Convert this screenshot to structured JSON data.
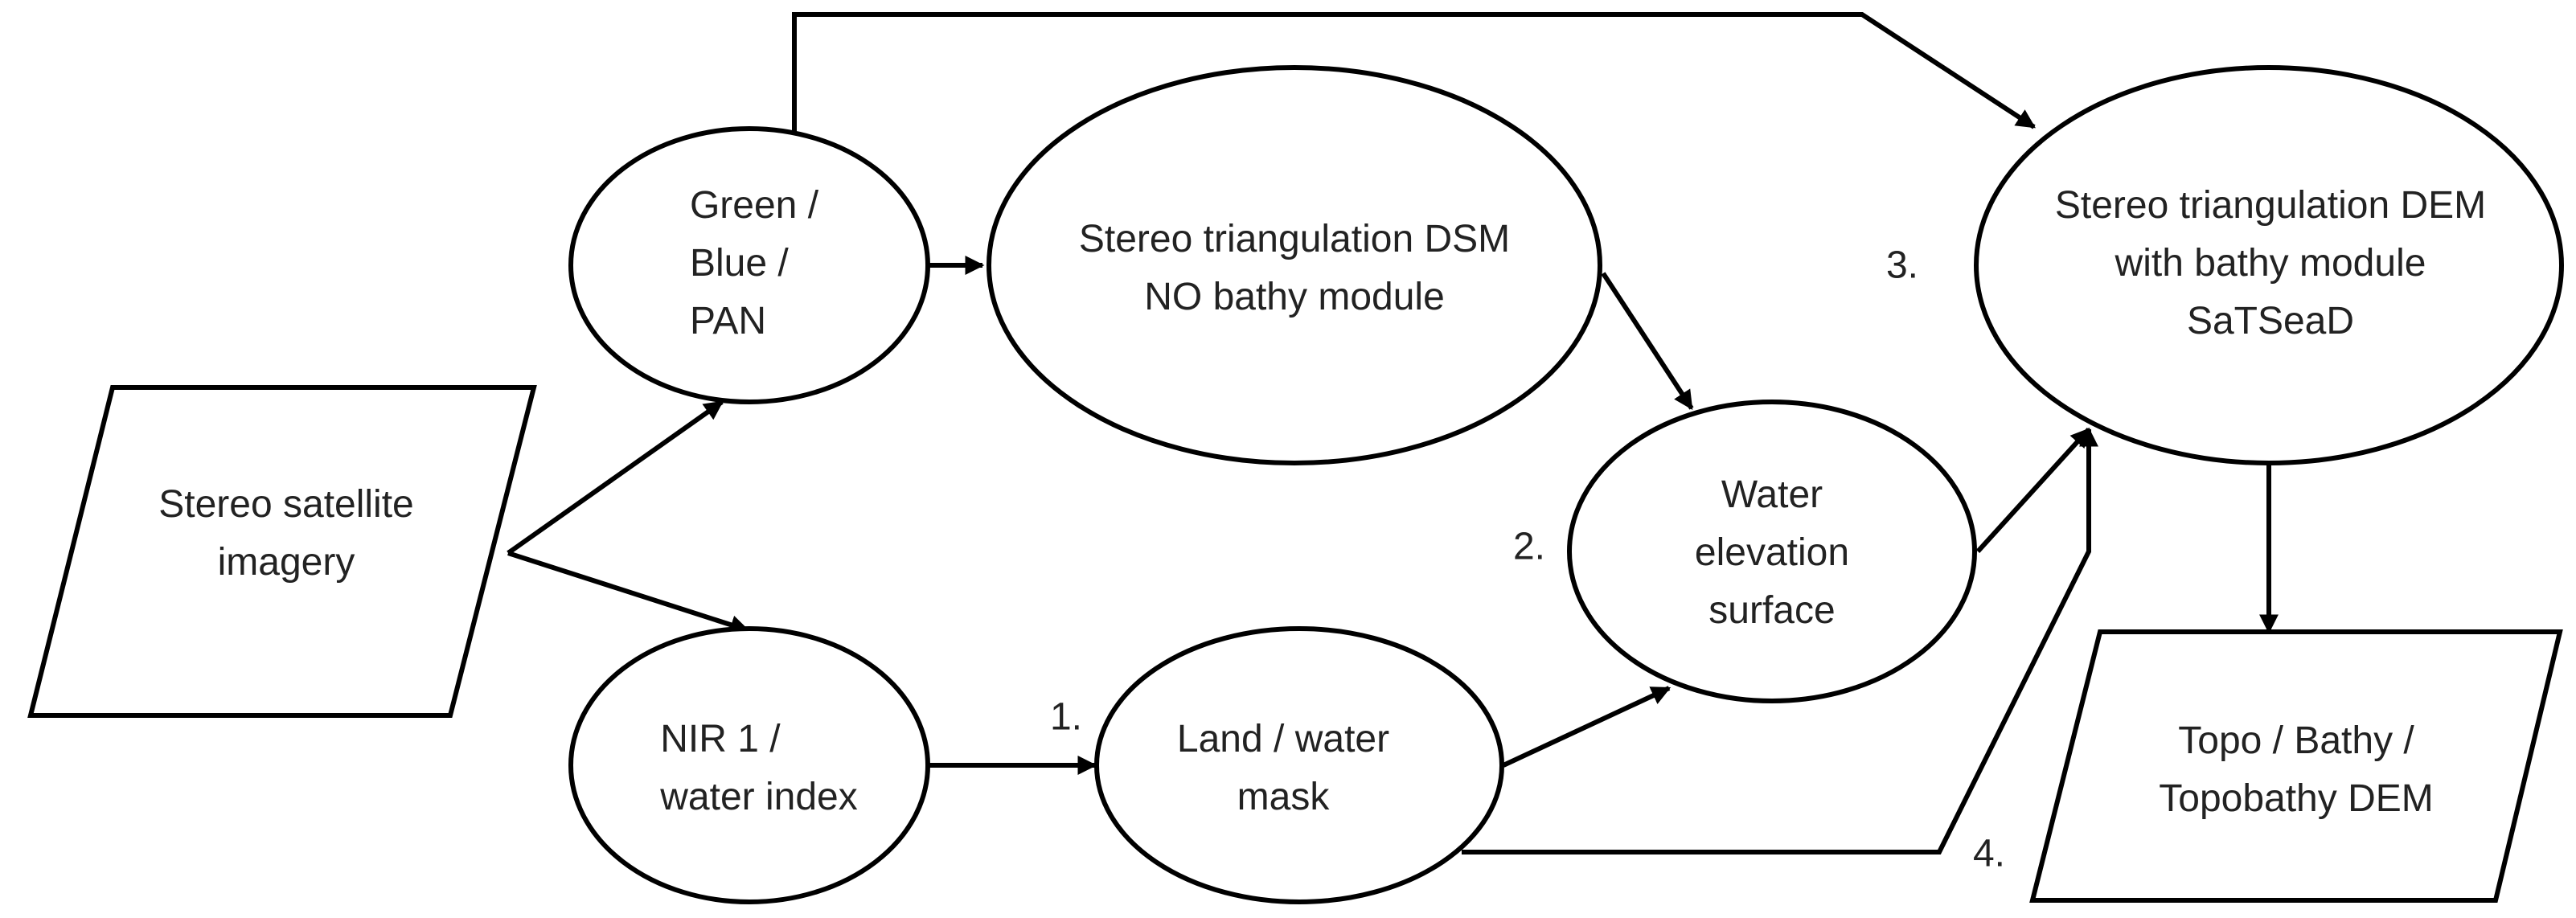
{
  "nodes": {
    "imagery": [
      "Stereo satellite",
      "imagery"
    ],
    "green_blue_pan": [
      "Green /",
      "Blue /",
      "PAN"
    ],
    "nir_water_index": [
      "NIR 1 /",
      "water index"
    ],
    "dsm": [
      "Stereo triangulation DSM",
      "NO bathy module"
    ],
    "land_water_mask": [
      "Land / water",
      "mask"
    ],
    "water_surface": [
      "Water",
      "elevation",
      "surface"
    ],
    "satsead": [
      "Stereo triangulation DEM",
      "with bathy module",
      "SaTSeaD"
    ],
    "output": [
      "Topo / Bathy /",
      "Topobathy DEM"
    ]
  },
  "steps": {
    "s1": "1.",
    "s2": "2.",
    "s3": "3.",
    "s4": "4."
  },
  "colors": {
    "line": "#000000",
    "text": "#222222",
    "background": "#ffffff"
  }
}
